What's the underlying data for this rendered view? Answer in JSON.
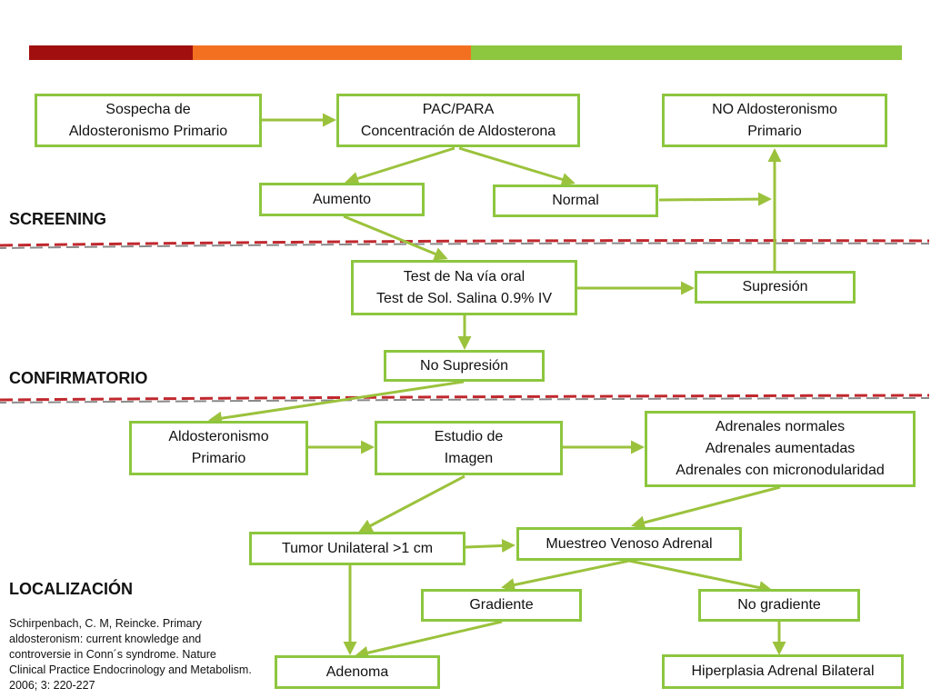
{
  "colors": {
    "bar1": "#a20f0f",
    "bar2": "#f37021",
    "bar3": "#8dc63f",
    "box_border": "#8dc63f",
    "arrow": "#9bc23c",
    "divider_red": "#c0282e",
    "divider_gray": "#8a8a8a"
  },
  "sections": {
    "screening": "SCREENING",
    "confirmatorio": "CONFIRMATORIO",
    "localizacion": "LOCALIZACIÓN"
  },
  "nodes": {
    "sospecha": "Sospecha de\nAldosteronismo Primario",
    "pac": "PAC/PARA\nConcentración de Aldosterona",
    "no_aldo": "NO Aldosteronismo\nPrimario",
    "aumento": "Aumento",
    "normal": "Normal",
    "test": "Test de Na vía oral\nTest de Sol. Salina 0.9% IV",
    "supresion": "Supresión",
    "no_supresion": "No Supresión",
    "aldo_primario": "Aldosteronismo\nPrimario",
    "estudio": "Estudio de\nImagen",
    "adrenales": "Adrenales normales\nAdrenales aumentadas\nAdrenales con micronodularidad",
    "tumor": "Tumor Unilateral >1 cm",
    "muestreo": "Muestreo Venoso Adrenal",
    "gradiente": "Gradiente",
    "no_gradiente": "No gradiente",
    "adenoma": "Adenoma",
    "hiperplasia": "Hiperplasia Adrenal Bilateral"
  },
  "citation": "Schirpenbach, C. M, Reincke. Primary aldosteronism: current knowledge and controversie in Conn´s syndrome. Nature Clinical Practice Endocrinology and Metabolism. 2006; 3: 220-227"
}
